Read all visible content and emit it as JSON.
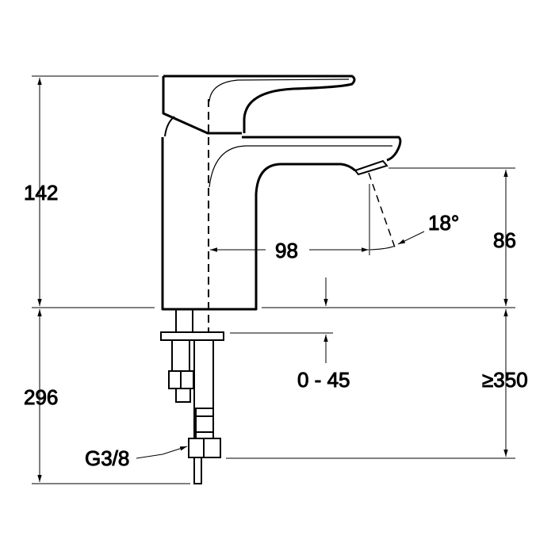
{
  "drawing": {
    "dimensions": {
      "height_top": "142",
      "height_bottom": "296",
      "spout_reach": "98",
      "spout_height": "86",
      "spout_angle": "18°",
      "deck_thickness": "0 - 45",
      "clearance": "≥350",
      "connection": "G3/8"
    },
    "line_color": "#000000"
  }
}
